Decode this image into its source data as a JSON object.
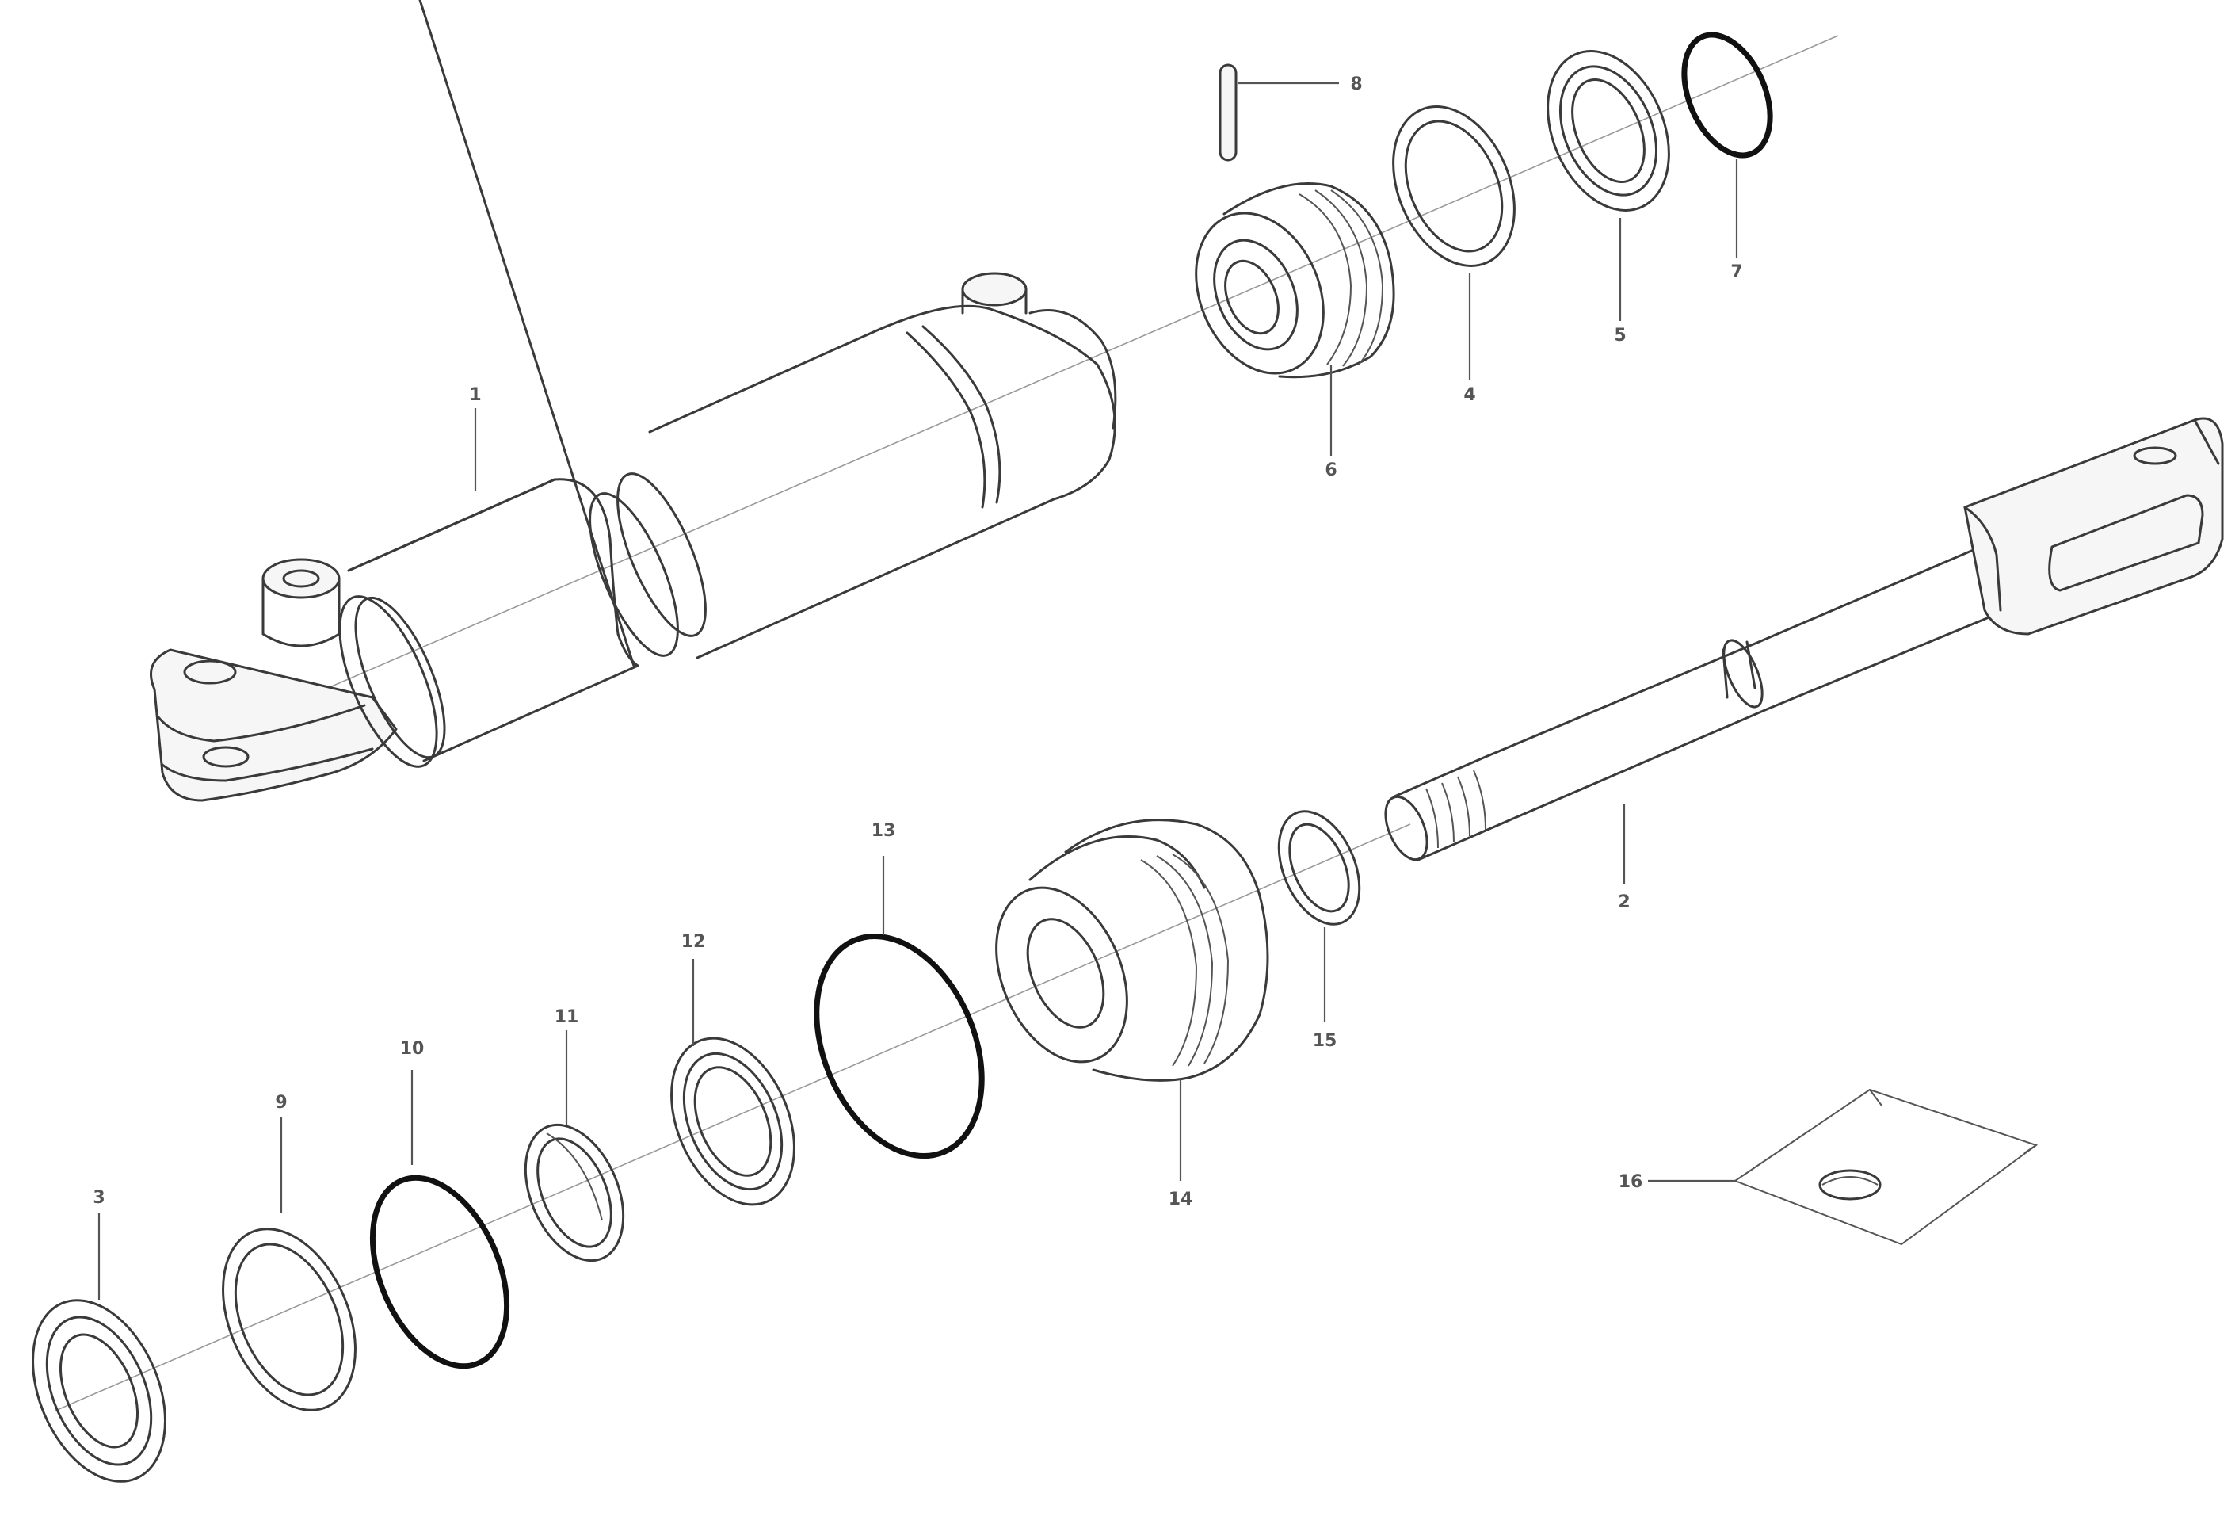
{
  "callouts": {
    "c1": "1",
    "c2": "2",
    "c3": "3",
    "c4": "4",
    "c5": "5",
    "c6": "6",
    "c7": "7",
    "c8": "8",
    "c9": "9",
    "c10": "10",
    "c11": "11",
    "c12": "12",
    "c13": "13",
    "c14": "14",
    "c15": "15",
    "c16": "16"
  },
  "caption": {
    "line1": "",
    "line2": "",
    "line3": ""
  }
}
